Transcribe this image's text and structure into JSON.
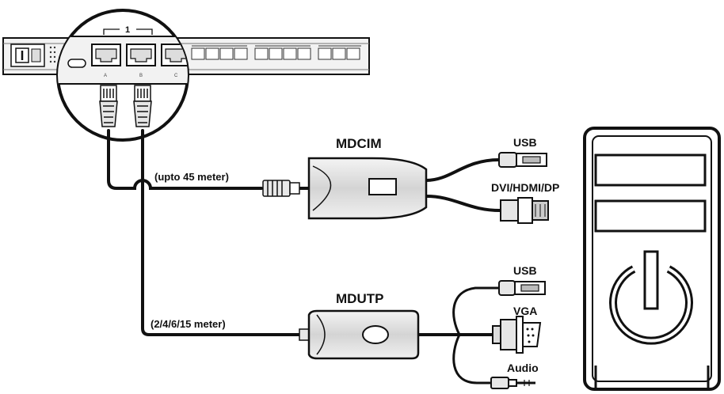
{
  "diagram": {
    "switch": {
      "port_group_label": "1",
      "port_letters": [
        "A",
        "B",
        "C"
      ]
    },
    "adapters": [
      {
        "name": "MDCIM",
        "cable_length": "(upto 45 meter)",
        "connectors": [
          "USB",
          "DVI/HDMI/DP"
        ]
      },
      {
        "name": "MDUTP",
        "cable_length": "(2/4/6/15 meter)",
        "connectors": [
          "USB",
          "VGA",
          "Audio"
        ]
      }
    ],
    "computer": {
      "icon": "power-icon"
    },
    "colors": {
      "line": "#111111",
      "fill_light": "#e6e6e6",
      "fill_mid": "#c8c8c8",
      "background": "#ffffff"
    }
  }
}
